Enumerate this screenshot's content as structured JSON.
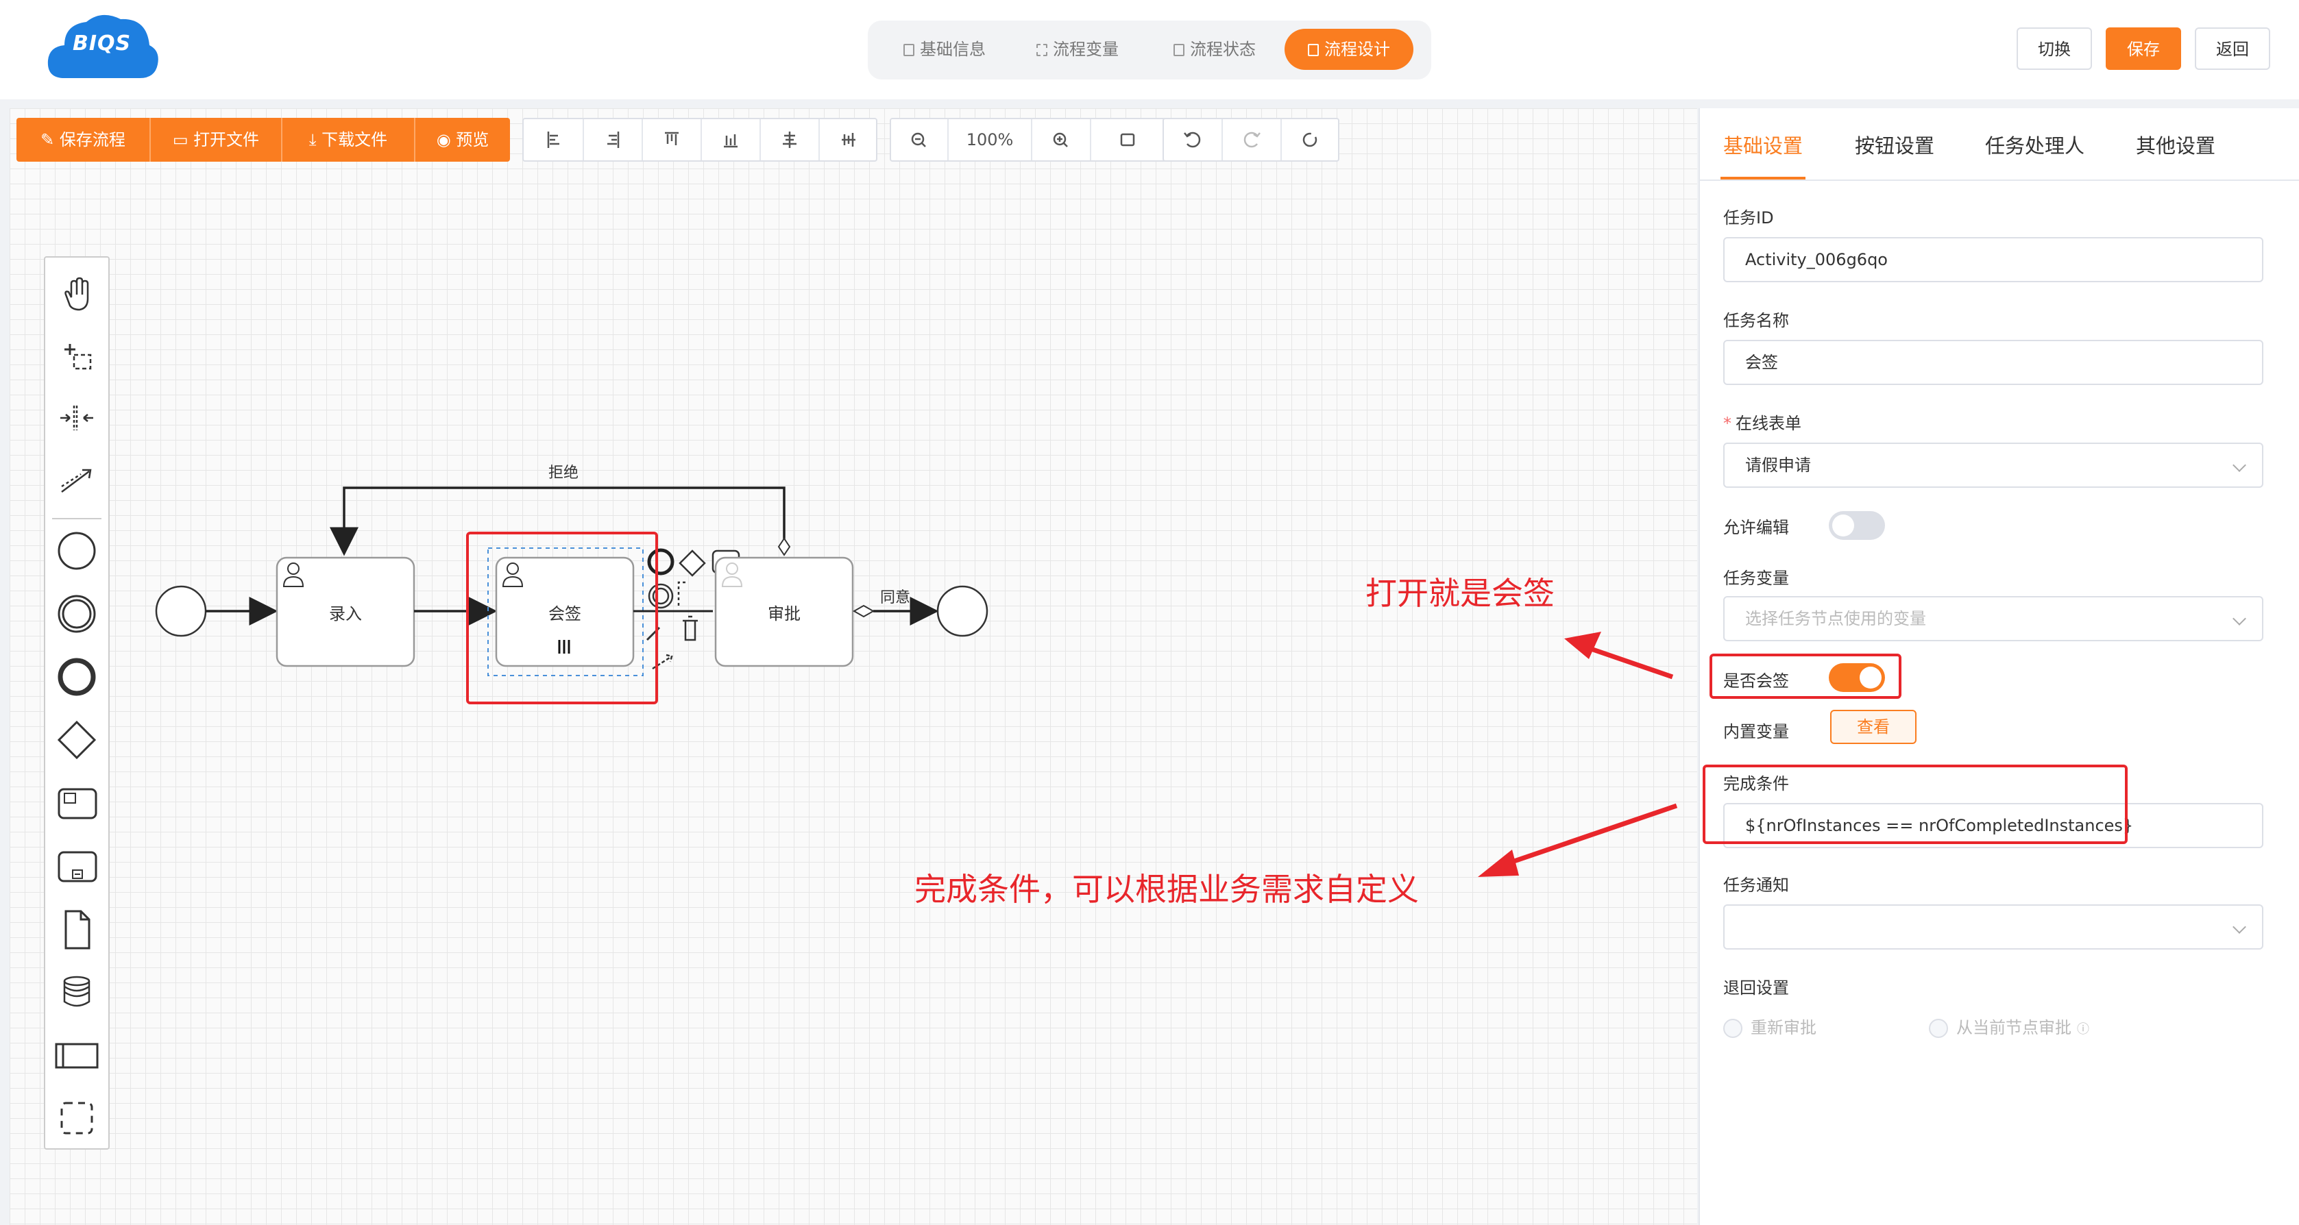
{
  "app": {
    "logo_text": "BIQS"
  },
  "top_tabs": [
    {
      "label": "基础信息",
      "icon": "form-icon"
    },
    {
      "label": "流程变量",
      "icon": "list-icon"
    },
    {
      "label": "流程状态",
      "icon": "document-icon"
    },
    {
      "label": "流程设计",
      "icon": "design-icon",
      "active": true
    }
  ],
  "header_buttons": {
    "switch": "切换",
    "save": "保存",
    "back": "返回"
  },
  "toolbar": {
    "file_actions": [
      {
        "label": "保存流程",
        "icon": "edit-icon"
      },
      {
        "label": "打开文件",
        "icon": "folder-icon"
      },
      {
        "label": "下载文件",
        "icon": "download-icon"
      },
      {
        "label": "预览",
        "icon": "eye-icon"
      }
    ],
    "zoom": "100%"
  },
  "diagram": {
    "nodes": {
      "entry": "录入",
      "countersign": "会签",
      "approve": "审批"
    },
    "edges": {
      "reject": "拒绝",
      "agree": "同意"
    }
  },
  "panel": {
    "tabs": [
      "基础设置",
      "按钮设置",
      "任务处理人",
      "其他设置"
    ],
    "task_id_label": "任务ID",
    "task_id_value": "Activity_006g6qo",
    "task_name_label": "任务名称",
    "task_name_value": "会签",
    "online_form_label": "在线表单",
    "online_form_value": "请假申请",
    "allow_edit_label": "允许编辑",
    "allow_edit": false,
    "task_var_label": "任务变量",
    "task_var_placeholder": "选择任务节点使用的变量",
    "countersign_label": "是否会签",
    "countersign": true,
    "builtin_var_label": "内置变量",
    "view_button": "查看",
    "completion_label": "完成条件",
    "completion_value": "${nrOfInstances == nrOfCompletedInstances}",
    "notify_label": "任务通知",
    "notify_value": "",
    "return_label": "退回设置",
    "return_options": [
      "重新审批",
      "从当前节点审批"
    ]
  },
  "annotations": {
    "countersign_note": "打开就是会签",
    "completion_note": "完成条件，可以根据业务需求自定义"
  },
  "colors": {
    "accent": "#fa7d20",
    "annotation_red": "#e8262b",
    "logo_blue": "#1e7fe0"
  }
}
